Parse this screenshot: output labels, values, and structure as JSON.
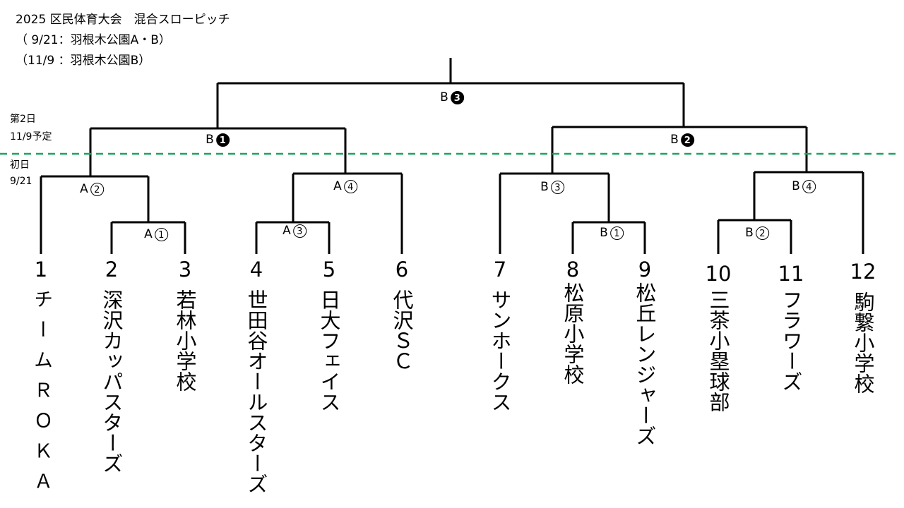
{
  "header": {
    "title": "2025 区民体育大会　混合スローピッチ",
    "date1": "（ 9/21：羽根木公園A・B）",
    "date2": "（11/9 ：羽根木公園B）"
  },
  "day_labels": {
    "day2_line1": "第2日",
    "day2_line2": "11/9予定",
    "day1_line1": "初日",
    "day1_line2": "9/21"
  },
  "matches": [
    {
      "court": "A",
      "num": "1",
      "filled": false
    },
    {
      "court": "A",
      "num": "2",
      "filled": false
    },
    {
      "court": "A",
      "num": "3",
      "filled": false
    },
    {
      "court": "A",
      "num": "4",
      "filled": false
    },
    {
      "court": "B",
      "num": "1",
      "filled": false
    },
    {
      "court": "B",
      "num": "2",
      "filled": false
    },
    {
      "court": "B",
      "num": "3",
      "filled": false
    },
    {
      "court": "B",
      "num": "4",
      "filled": false
    },
    {
      "court": "B",
      "num": "1",
      "filled": true
    },
    {
      "court": "B",
      "num": "2",
      "filled": true
    },
    {
      "court": "B",
      "num": "3",
      "filled": true
    }
  ],
  "teams": [
    {
      "seed": "1",
      "name": "チームＲＯＫＡ"
    },
    {
      "seed": "2",
      "name": "深沢カッパスターズ"
    },
    {
      "seed": "3",
      "name": "若林小学校"
    },
    {
      "seed": "4",
      "name": "世田谷オールスターズ"
    },
    {
      "seed": "5",
      "name": "日大フェイス"
    },
    {
      "seed": "6",
      "name": "代沢ＳＣ"
    },
    {
      "seed": "7",
      "name": "サンホークス"
    },
    {
      "seed": "8",
      "name": "松原小学校"
    },
    {
      "seed": "9",
      "name": "松丘レンジャーズ"
    },
    {
      "seed": "10",
      "name": "三茶小塁球部"
    },
    {
      "seed": "11",
      "name": "フラワーズ"
    },
    {
      "seed": "12",
      "name": "駒繋小学校"
    }
  ],
  "colors": {
    "line": "#000000",
    "day_divider": "#1aa55a"
  }
}
